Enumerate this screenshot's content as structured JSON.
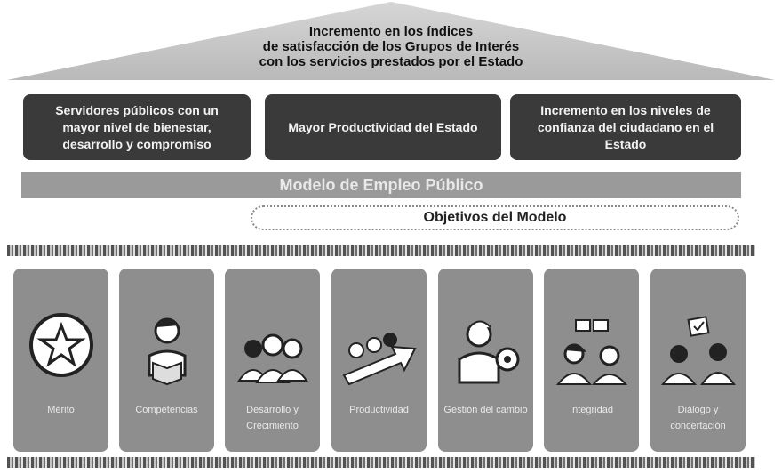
{
  "roof_title": [
    "Incremento en los índices",
    "de satisfacción de los Grupos de Interés",
    "con los servicios prestados por el Estado"
  ],
  "outcomes": [
    "Servidores públicos con un mayor nivel de bienestar, desarrollo y compromiso",
    "Mayor Productividad del Estado",
    "Incremento en los niveles de confianza del ciudadano en el Estado"
  ],
  "model_band": "Modelo de Empleo Público",
  "objectives_label": "Objetivos del Modelo",
  "pillars": [
    {
      "label": "Mérito",
      "icon": "star-icon"
    },
    {
      "label": "Competencias",
      "icon": "reader-icon"
    },
    {
      "label": "Desarrollo y Crecimiento",
      "icon": "team-icon"
    },
    {
      "label": "Productividad",
      "icon": "growth-arrow-icon"
    },
    {
      "label": "Gestión del cambio",
      "icon": "person-gear-icon"
    },
    {
      "label": "Integridad",
      "icon": "conversation-icon"
    },
    {
      "label": "Diálogo y concertación",
      "icon": "agreement-icon"
    }
  ],
  "colors": {
    "dark_box": "#3a3a3a",
    "pillar": "#8e8e8e",
    "band": "#9a9a9a"
  }
}
